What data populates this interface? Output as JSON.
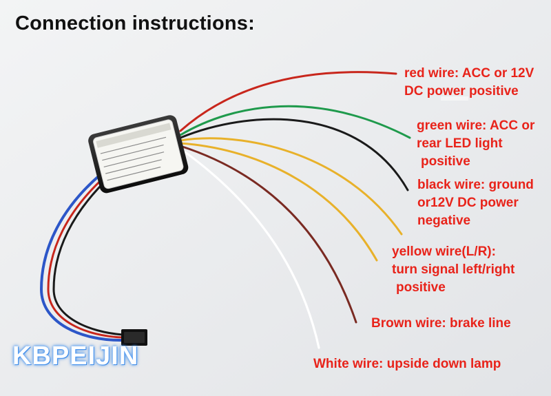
{
  "title": "Connection instructions:",
  "labels": {
    "red": [
      "red wire: ACC or 12V",
      "DC power positive"
    ],
    "green": [
      "green wire: ACC or",
      "rear LED light",
      "positive"
    ],
    "black": [
      "black wire: ground",
      "or12V DC power",
      "negative"
    ],
    "yellow": [
      "yellow wire(L/R):",
      "turn signal left/right",
      "positive"
    ],
    "brown": [
      "Brown wire: brake line"
    ],
    "white": [
      "White wire: upside down lamp"
    ]
  },
  "watermark": "KBPEIJIN",
  "colors": {
    "label_text": "#e8231a",
    "red_wire": "#c8261c",
    "green_wire": "#1f9a4c",
    "black_wire": "#1a1a1a",
    "yellow_wire": "#e8b12a",
    "brown_wire": "#7a2a22",
    "white_wire": "#fbfbfb",
    "blue_wire": "#2c56c8"
  }
}
